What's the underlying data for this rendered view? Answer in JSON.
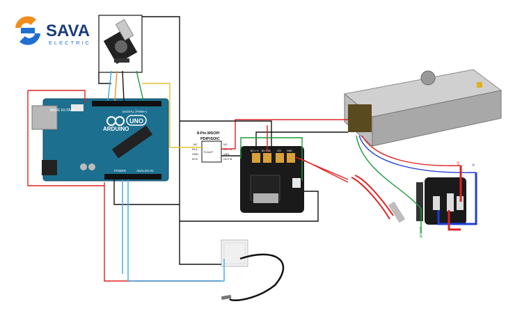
{
  "logo": {
    "name": "SAVA",
    "sub": "ELECTRIC",
    "colors": {
      "blue": "#1f6fd1",
      "orange": "#f28c1c",
      "navy": "#1a3d7c"
    }
  },
  "arduino": {
    "made_in": "MADE\nIN ITALY",
    "brand": "ARDUINO",
    "model": "UNO",
    "digital_label": "DIGITAL (PWM~)",
    "analog_label": "ANALOG IN",
    "power_label": "POWER",
    "color": "#1d6f8f"
  },
  "chip": {
    "title_line1": "8-Pin MSOP/",
    "title_line2": "PDIP/SOIC",
    "part": "TC4427",
    "left_pins": [
      "NC",
      "IN A",
      "GND",
      "IN B"
    ],
    "right_pins": [
      "NC",
      "OUT A",
      "VDD",
      "OUT B"
    ]
  },
  "mosfet_board": {
    "top_labels": [
      "B1 12V",
      "B2 GND",
      "12V",
      "GND"
    ]
  },
  "power_socket": {
    "labels": [
      "+V",
      "-V",
      "ground"
    ]
  },
  "wire_colors": {
    "red": "#e02020",
    "black": "#111111",
    "blue": "#1f3fd6",
    "green": "#1a9a3a",
    "orange": "#f0951e",
    "yellow": "#e8c030",
    "cyan": "#3aa7e0"
  }
}
